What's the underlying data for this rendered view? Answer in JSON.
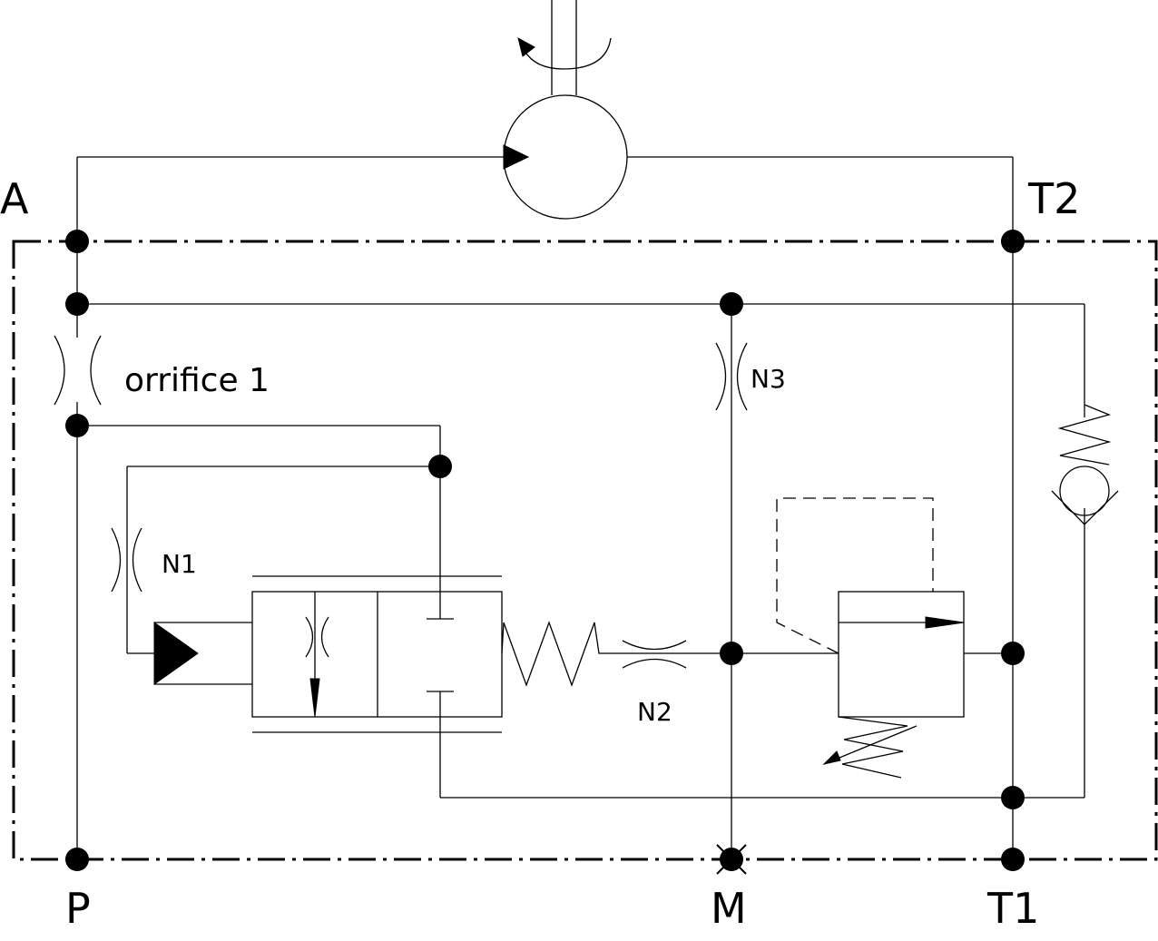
{
  "ports": {
    "a": "A",
    "t2": "T2",
    "p": "P",
    "m": "M",
    "t1": "T1"
  },
  "labels": {
    "orifice_1": "orrifice 1",
    "n1": "N1",
    "n2": "N2",
    "n3": "N3"
  },
  "colors": {
    "line": "#000000",
    "background": "#ffffff"
  },
  "icons": {
    "motor": "hydraulic-motor-icon",
    "rotation": "rotation-arrow-icon",
    "check_valve": "spring-check-valve-icon",
    "relief_valve": "relief-valve-icon",
    "directional_valve": "directional-valve-icon"
  }
}
